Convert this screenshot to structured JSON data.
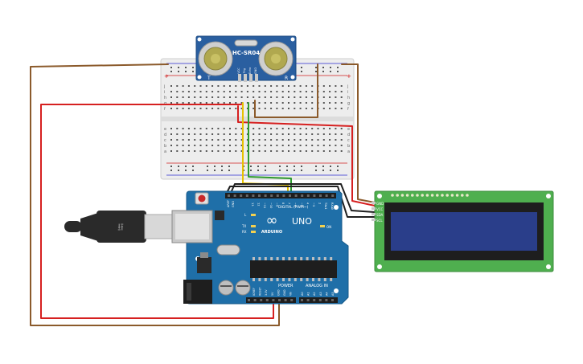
{
  "colors": {
    "wire_brown": "#8B5A2B",
    "wire_red": "#D62020",
    "wire_yellow": "#E6C200",
    "wire_green": "#2E9A2E",
    "wire_black": "#1E1E1E",
    "arduino_board": "#1F6FA8",
    "breadboard": "#EDEDED",
    "sensor_board": "#2A5FA0",
    "lcd_board": "#4FAF4F",
    "lcd_screen": "#2A3E8A"
  },
  "sensor": {
    "model": "HC-SR04",
    "left_mark": "T",
    "right_mark": "R",
    "pins": [
      "VCC",
      "Trig",
      "Echo",
      "GND"
    ]
  },
  "breadboard": {
    "top_letters": [
      "j",
      "i",
      "h",
      "g",
      "f"
    ],
    "bottom_letters": [
      "e",
      "d",
      "c",
      "b",
      "a"
    ]
  },
  "arduino": {
    "brand": "ARDUINO",
    "model": "UNO",
    "logo_symbol": "∞",
    "digital_label": "DIGITAL (PWM~)",
    "power_label": "POWER",
    "analog_label": "ANALOG IN",
    "left_labels": [
      "AREF",
      "GND"
    ],
    "small_labels": [
      "L",
      "TX",
      "RX"
    ],
    "on_label": "ON",
    "digital_pins": [
      "13",
      "12",
      "~11",
      "~10",
      "~9",
      "8",
      "7",
      "~6",
      "~5",
      "4",
      "~3",
      "2",
      "TX▸1",
      "RX◂0"
    ],
    "power_pins": [
      "IOREF",
      "RESET",
      "3.3V",
      "5V",
      "GND",
      "GND",
      "Vin"
    ],
    "analog_pins": [
      "A0",
      "A1",
      "A2",
      "A3",
      "A4",
      "A5"
    ]
  },
  "lcd": {
    "pins": [
      "GND",
      "VCC",
      "SDA",
      "SCL"
    ]
  }
}
